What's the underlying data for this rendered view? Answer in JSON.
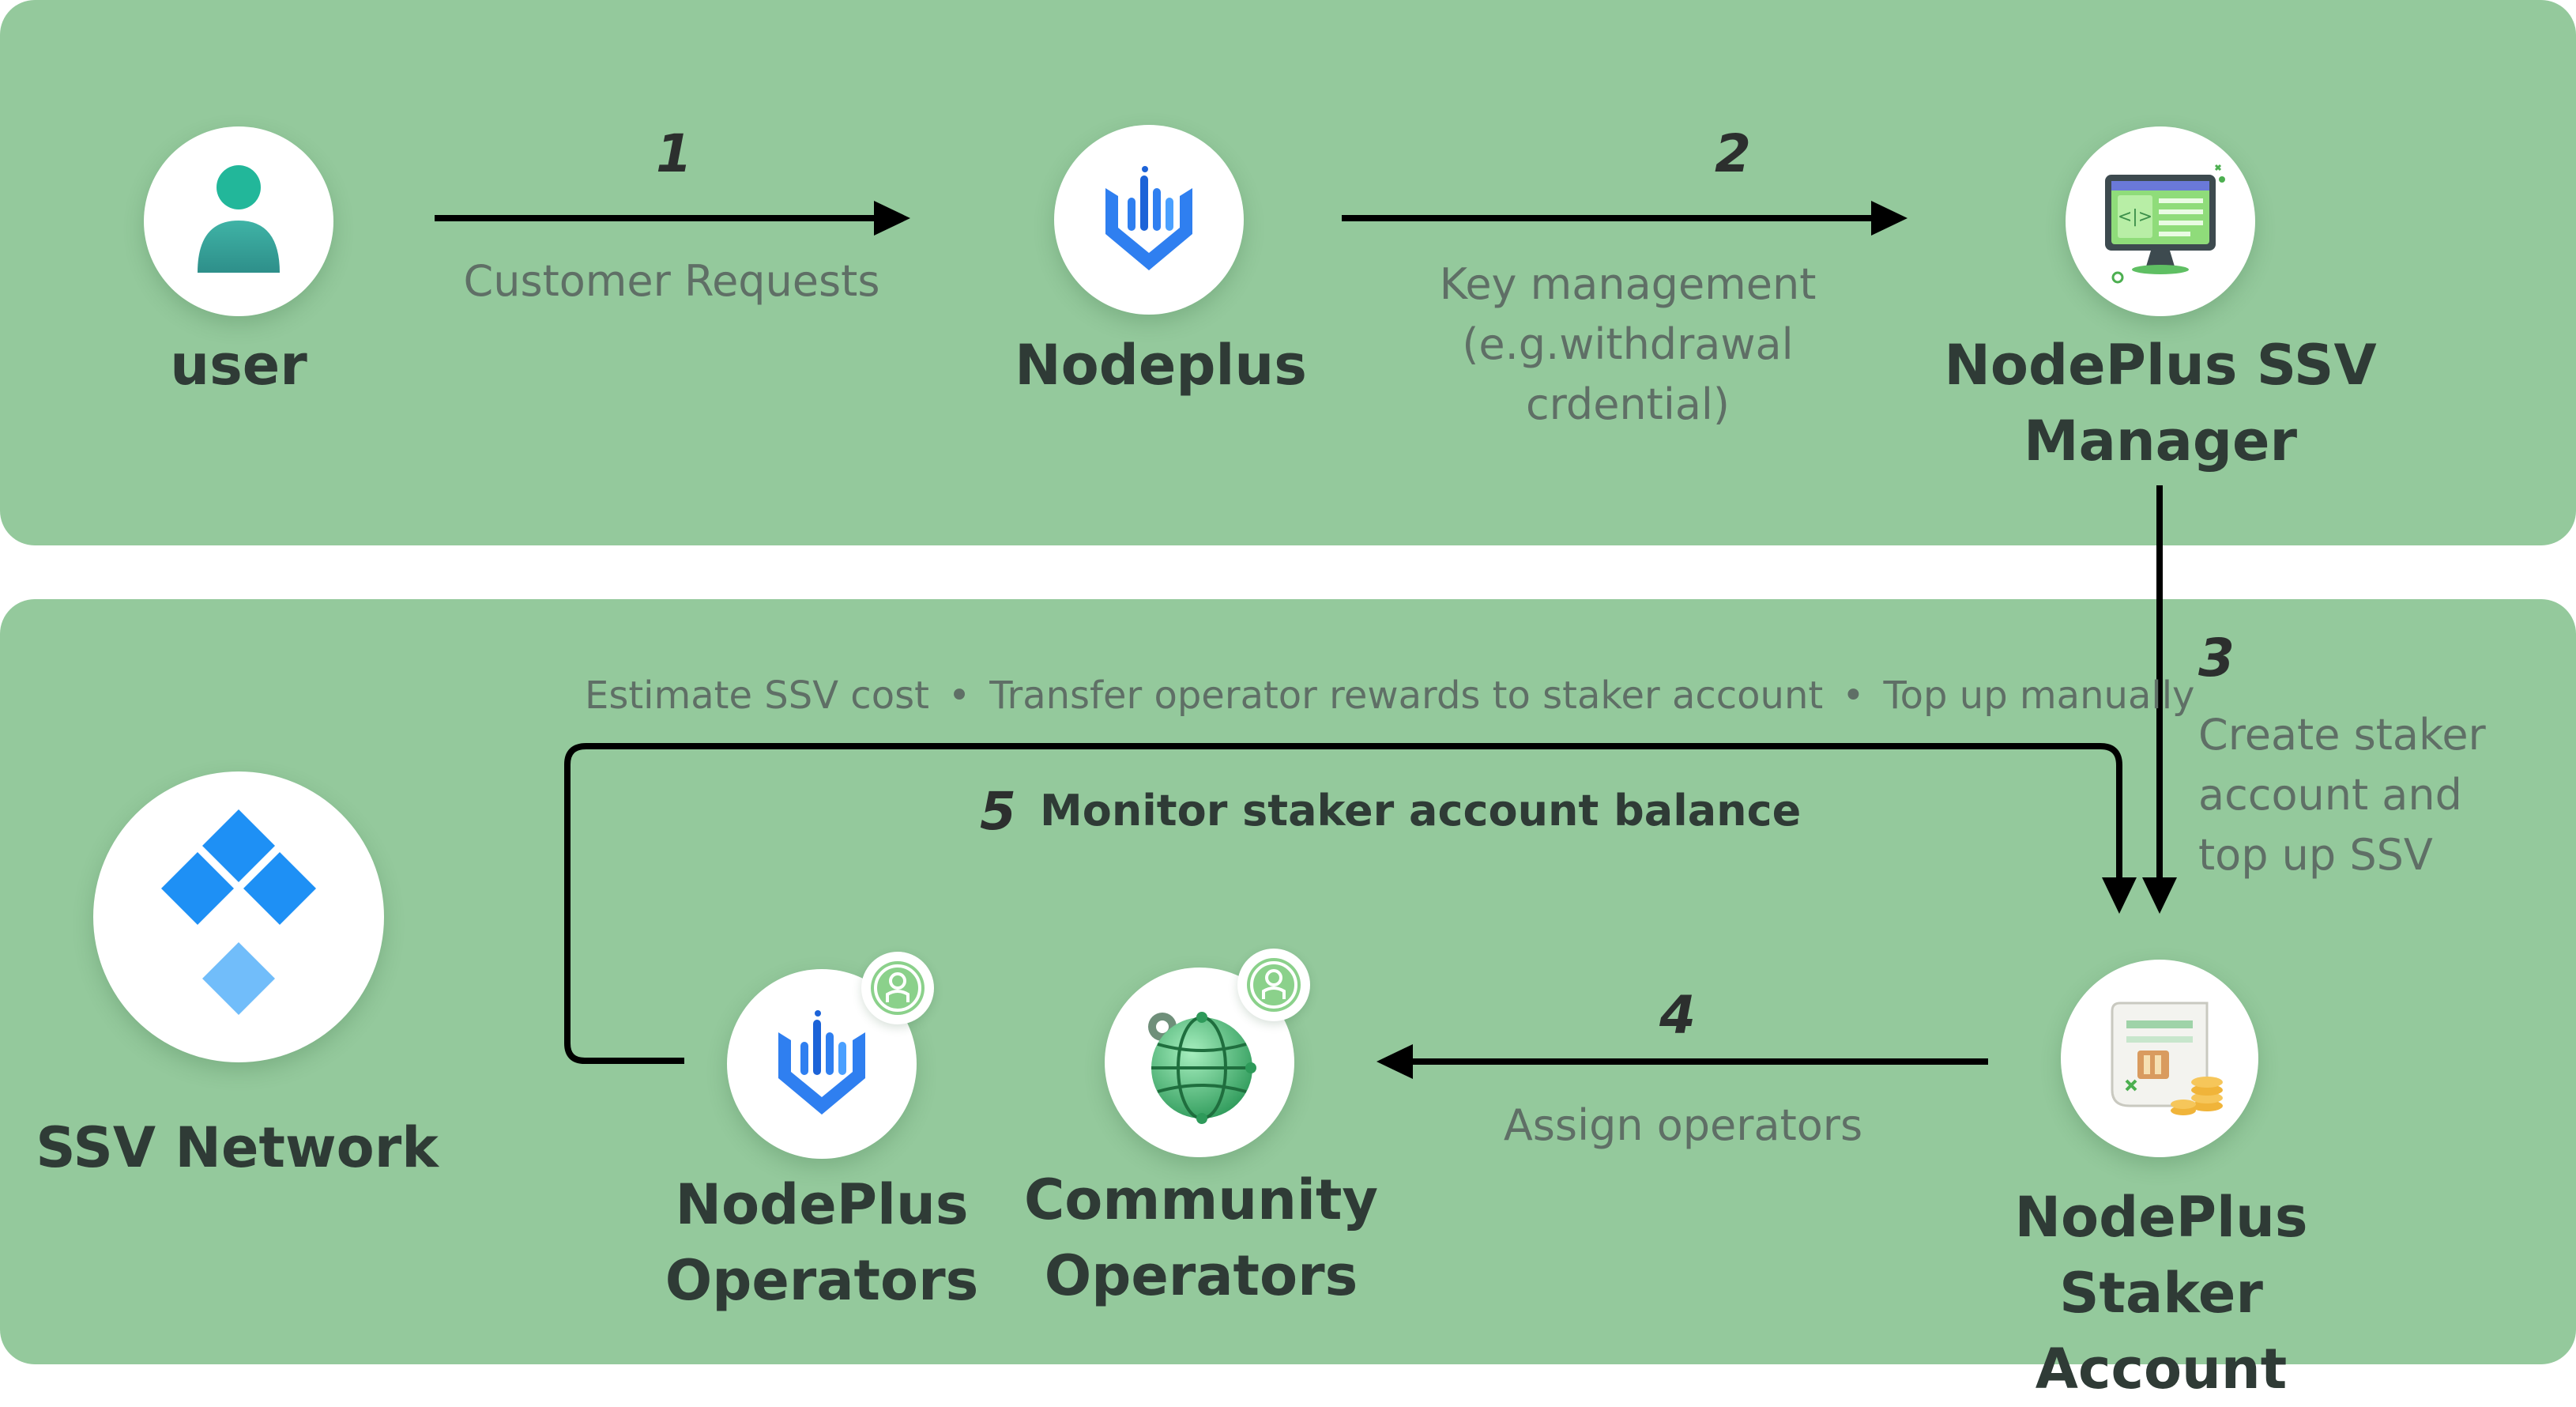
{
  "top": {
    "user": {
      "label": "user",
      "icon": "user-icon"
    },
    "nodeplus": {
      "label": "Nodeplus",
      "icon": "nodeplus-logo-icon"
    },
    "ssv_manager": {
      "label_line1": "NodePlus SSV",
      "label_line2": "Manager",
      "icon": "monitor-code-icon"
    },
    "step1": {
      "num": "1",
      "caption": "Customer Requests"
    },
    "step2": {
      "num": "2",
      "caption_line1": "Key management",
      "caption_line2": "(e.g.withdrawal",
      "caption_line3": "crdential)"
    }
  },
  "bottom": {
    "ssv_network": {
      "label": "SSV Network",
      "icon": "ssv-diamond-logo-icon"
    },
    "nodeplus_operators": {
      "label_line1": "NodePlus",
      "label_line2": "Operators",
      "icon": "nodeplus-logo-icon"
    },
    "community_operators": {
      "label_line1": "Community",
      "label_line2": "Operators",
      "icon": "globe-icon"
    },
    "staker_account": {
      "label_line1": "NodePlus",
      "label_line2": "Staker Account",
      "icon": "scroll-coins-icon"
    },
    "step3": {
      "num": "3",
      "caption_line1": "Create staker",
      "caption_line2": "account and",
      "caption_line3": "top up SSV"
    },
    "step4": {
      "num": "4",
      "caption": "Assign operators"
    },
    "step5": {
      "num": "5",
      "caption": "Monitor staker account balance"
    },
    "note": {
      "item1": "Estimate SSV cost",
      "sep": "•",
      "item2": "Transfer operator rewards to staker account",
      "item3": "Top up manually"
    }
  },
  "colors": {
    "panel": "#94c99c",
    "arrow": "#000000",
    "label": "#2f3b36",
    "caption": "#5f6f66",
    "nodeplus_blue": "#2f7ff0",
    "ssv_blue": "#1e90f5"
  }
}
